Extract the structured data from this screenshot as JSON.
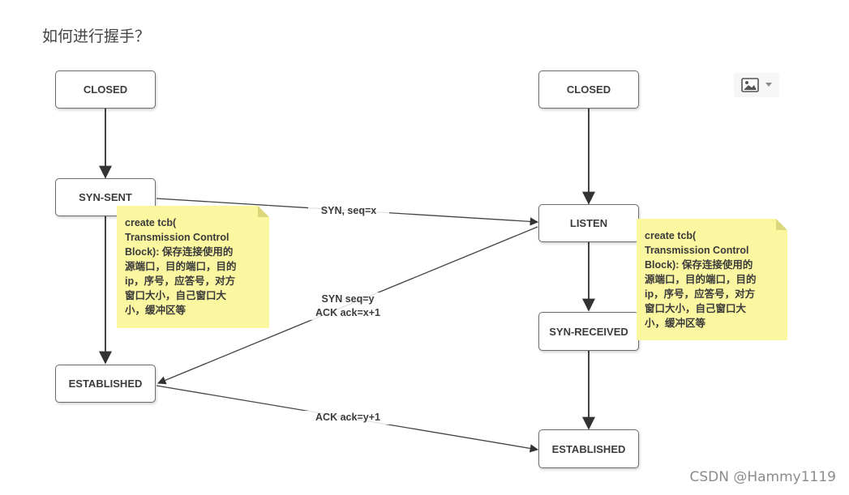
{
  "title": "如何进行握手？",
  "client": {
    "closed": "CLOSED",
    "syn_sent": "SYN-SENT",
    "established": "ESTABLISHED"
  },
  "server": {
    "closed": "CLOSED",
    "listen": "LISTEN",
    "syn_received": "SYN-RECEIVED",
    "established": "ESTABLISHED"
  },
  "messages": {
    "syn": "SYN, seq=x",
    "syn_ack": "SYN seq=y\nACK ack=x+1",
    "ack": "ACK ack=y+1"
  },
  "notes": {
    "client_note": "create tcb(\nTransmission Control\nBlock): 保存连接使用的\n源端口，目的端口，目的\nip，序号，应答号，对方\n窗口大小，自己窗口大\n小，缓冲区等",
    "server_note": "create tcb(\nTransmission Control\nBlock): 保存连接使用的\n源端口，目的端口，目的\nip，序号，应答号，对方\n窗口大小，自己窗口大\n小，缓冲区等"
  },
  "toolbar": {
    "icon": "image-icon",
    "dropdown_icon": "caret-down-icon"
  },
  "watermark": "CSDN @Hammy1119",
  "colors": {
    "note_bg": "#fbf7a1",
    "line": "#444444"
  }
}
